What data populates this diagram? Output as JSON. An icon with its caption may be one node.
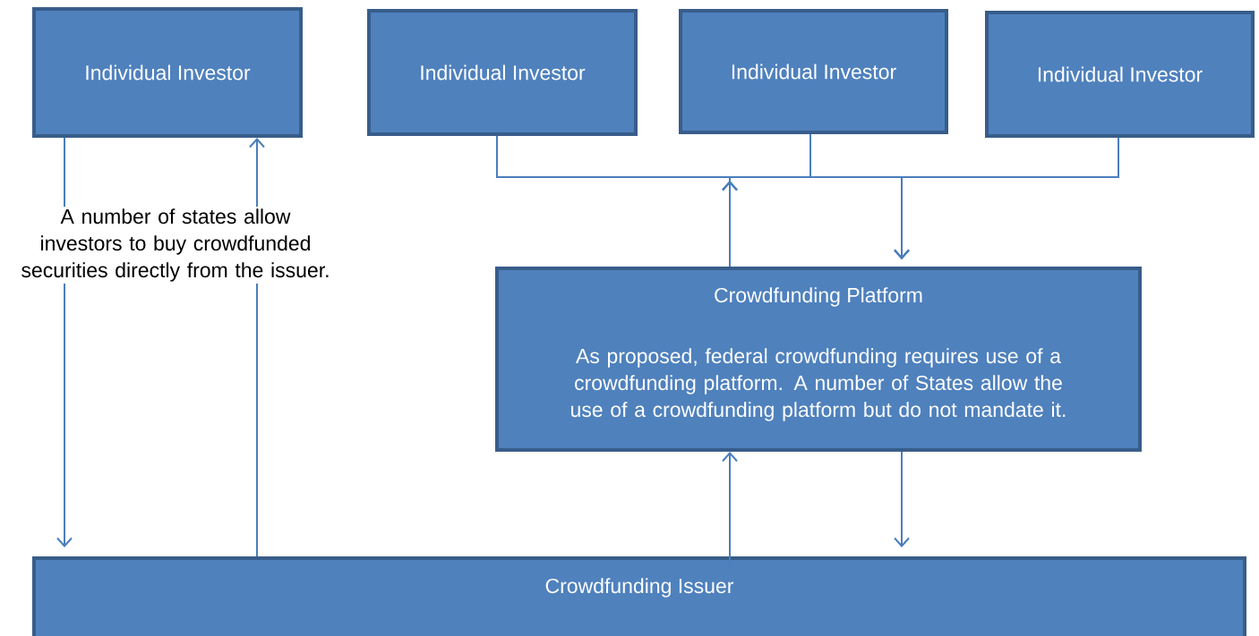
{
  "diagram": {
    "nodes": [
      {
        "text": [
          "Individual Investor"
        ]
      },
      {
        "text": [
          "Individual Investor"
        ]
      },
      {
        "text": [
          "Individual Investor"
        ]
      },
      {
        "text": [
          "Individual Investor"
        ]
      },
      {
        "text": [
          "Crowdfunding Platform",
          "As proposed, federal crowdfunding requires use of a crowdfunding platform. A number of States allow the use of a crowdfunding platform but do not mandate it."
        ]
      },
      {
        "text": [
          "Crowdfunding Issuer"
        ]
      },
      {
        "text": [
          "A number of states allow investors to buy crowdfunded securities directly from the issuer."
        ]
      }
    ],
    "edges": [
      {
        "from": 0,
        "to": 6,
        "arrow": "none"
      },
      {
        "from": 6,
        "to": 5,
        "arrow": "to"
      },
      {
        "from": 5,
        "to": 6,
        "arrow": "none"
      },
      {
        "from": 6,
        "to": 0,
        "arrow": "to"
      },
      {
        "from": 1,
        "to": 4,
        "arrow": "to"
      },
      {
        "from": 2,
        "to": 4,
        "arrow": "to"
      },
      {
        "from": 3,
        "to": 4,
        "arrow": "to"
      },
      {
        "from": 4,
        "to": 1,
        "arrow": "to"
      },
      {
        "from": 4,
        "to": 2,
        "arrow": "to"
      },
      {
        "from": 4,
        "to": 3,
        "arrow": "to"
      },
      {
        "from": 5,
        "to": 4,
        "arrow": "to"
      },
      {
        "from": 4,
        "to": 5,
        "arrow": "to"
      }
    ]
  }
}
